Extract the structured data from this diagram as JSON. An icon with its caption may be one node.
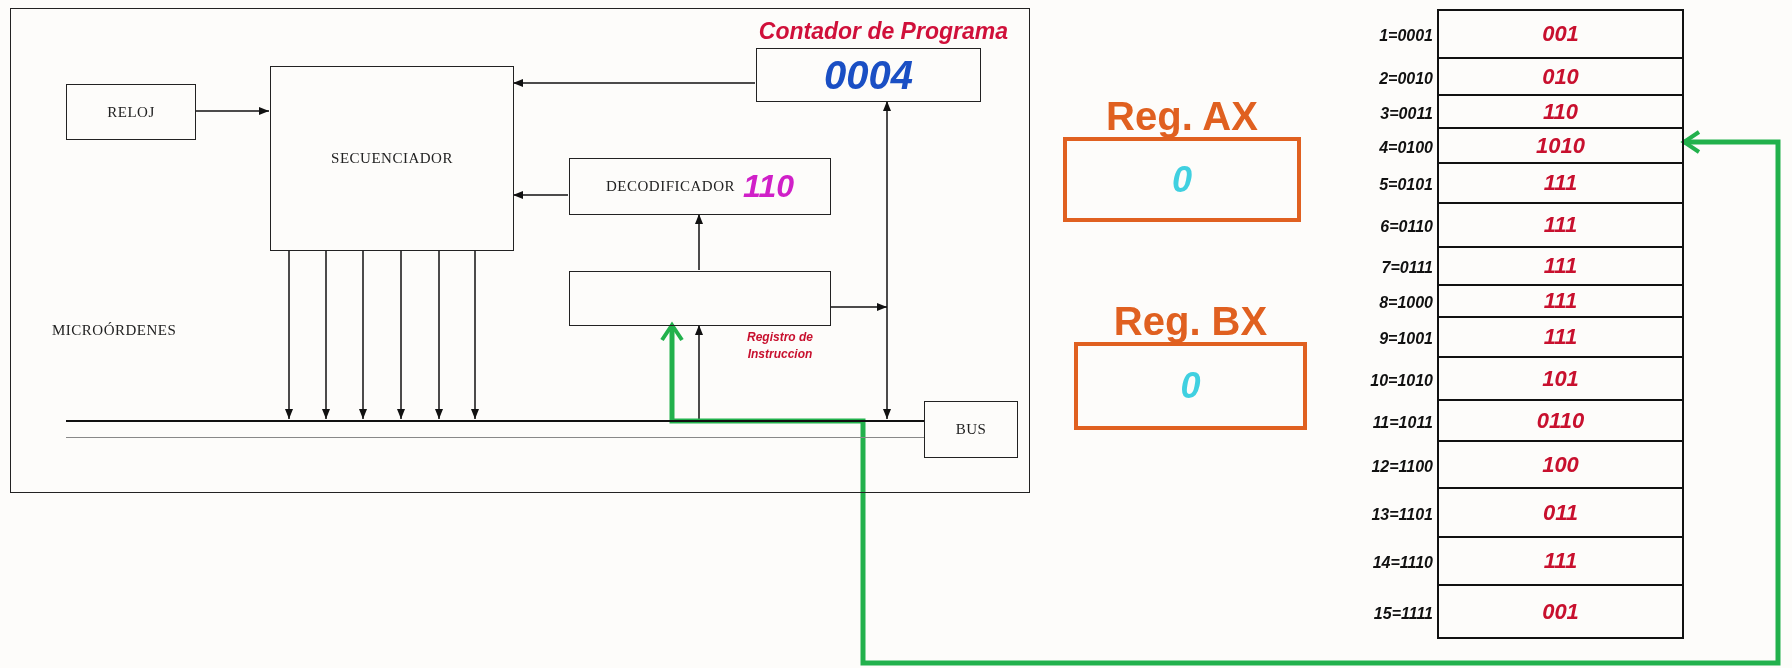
{
  "diagram": {
    "nodes": [
      {
        "text": [],
        "shape": "box"
      },
      {
        "text": [
          "RELOJ"
        ],
        "in": 0
      },
      {
        "text": [
          "SECUENCIADOR"
        ],
        "in": 0
      },
      {
        "text": [
          "Contador de Programa",
          "0004"
        ],
        "in": 0
      },
      {
        "text": [
          "DECODIFICADOR",
          "110"
        ],
        "in": 0
      },
      {
        "text": [],
        "shape": "box",
        "in": 0,
        "beside": [
          "Registro de Instruccion"
        ]
      },
      {
        "text": [],
        "shape": "bar",
        "in": 0
      },
      {
        "text": [
          "BUS"
        ],
        "in": 0
      },
      {
        "text": [
          "Reg. AX",
          "0"
        ]
      },
      {
        "text": [
          "Reg. BX",
          "0"
        ]
      },
      {
        "text": [
          "001"
        ],
        "beside": [
          "1=0001"
        ]
      },
      {
        "text": [
          "010"
        ],
        "beside": [
          "2=0010"
        ]
      },
      {
        "text": [
          "110"
        ],
        "beside": [
          "3=0011"
        ]
      },
      {
        "text": [
          "1010"
        ],
        "beside": [
          "4=0100"
        ]
      },
      {
        "text": [
          "111"
        ],
        "beside": [
          "5=0101"
        ]
      },
      {
        "text": [
          "111"
        ],
        "beside": [
          "6=0110"
        ]
      },
      {
        "text": [
          "111"
        ],
        "beside": [
          "7=0111"
        ]
      },
      {
        "text": [
          "111"
        ],
        "beside": [
          "8=1000"
        ]
      },
      {
        "text": [
          "111"
        ],
        "beside": [
          "9=1001"
        ]
      },
      {
        "text": [
          "101"
        ],
        "beside": [
          "10=1010"
        ]
      },
      {
        "text": [
          "0110"
        ],
        "beside": [
          "11=1011"
        ]
      },
      {
        "text": [
          "100"
        ],
        "beside": [
          "12=1100"
        ]
      },
      {
        "text": [
          "011"
        ],
        "beside": [
          "13=1101"
        ]
      },
      {
        "text": [
          "111"
        ],
        "beside": [
          "14=1110"
        ]
      },
      {
        "text": [
          "001"
        ],
        "beside": [
          "15=1111"
        ]
      }
    ],
    "edges": [
      {
        "from": 1,
        "to": 2,
        "arrow": "to"
      },
      {
        "from": 3,
        "to": 2,
        "arrow": "to"
      },
      {
        "from": 4,
        "to": 2,
        "arrow": "to"
      },
      {
        "from": 5,
        "to": 4,
        "arrow": "to"
      },
      {
        "from": 6,
        "to": 5,
        "arrow": "to"
      },
      {
        "from": 2,
        "to": 6,
        "arrow": "to"
      },
      {
        "from": 2,
        "to": 6,
        "arrow": "to"
      },
      {
        "from": 2,
        "to": 6,
        "arrow": "to"
      },
      {
        "from": 2,
        "to": 6,
        "arrow": "to"
      },
      {
        "from": 2,
        "to": 6,
        "arrow": "to"
      },
      {
        "from": 2,
        "to": 6,
        "arrow": "to"
      },
      {
        "from": 3,
        "to": 6,
        "arrow": "both"
      },
      {
        "from": 5,
        "to": null,
        "arrow": "to"
      },
      {
        "from": 5,
        "to": 13,
        "arrow": "both",
        "style": "thick",
        "color": "#22b14c"
      }
    ],
    "labels": [
      "MICROÓRDENES"
    ]
  }
}
